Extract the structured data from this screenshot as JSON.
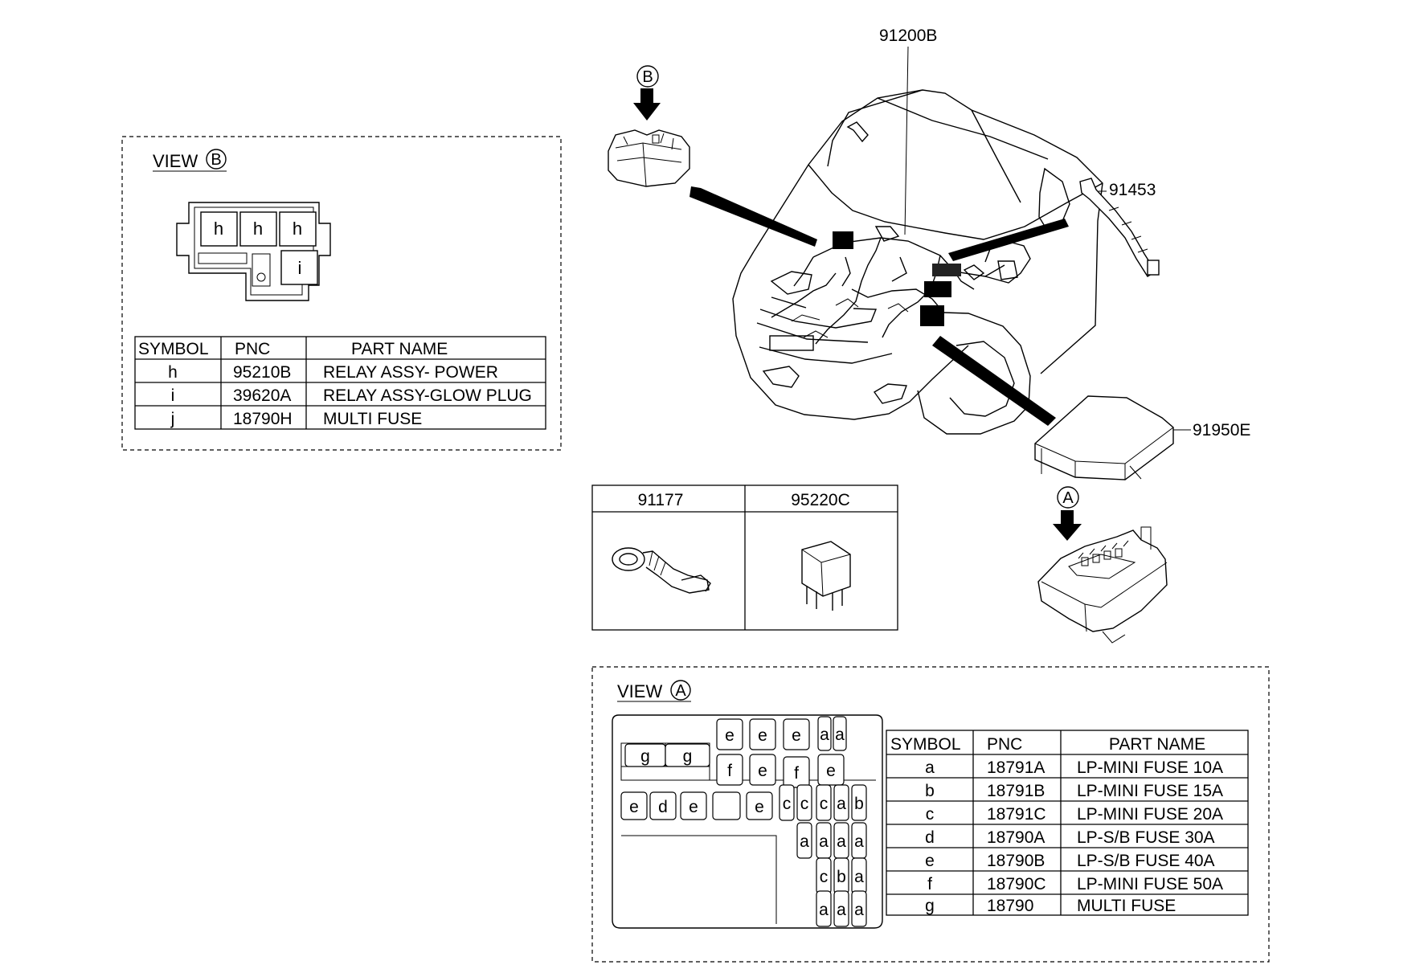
{
  "callouts": {
    "main_harness": "91200B",
    "side_harness": "91453",
    "cover": "91950E",
    "view_b_marker": "B",
    "view_a_marker": "A"
  },
  "parts_box": {
    "col1_pnc": "91177",
    "col2_pnc": "95220C"
  },
  "view_b": {
    "title": "VIEW",
    "marker": "B",
    "relay_labels": [
      "h",
      "h",
      "h",
      "i"
    ],
    "table": {
      "headers": [
        "SYMBOL",
        "PNC",
        "PART NAME"
      ],
      "rows": [
        {
          "symbol": "h",
          "pnc": "95210B",
          "name": "RELAY ASSY- POWER"
        },
        {
          "symbol": "i",
          "pnc": "39620A",
          "name": "RELAY ASSY-GLOW PLUG"
        },
        {
          "symbol": "j",
          "pnc": "18790H",
          "name": "MULTI FUSE"
        }
      ]
    }
  },
  "view_a": {
    "title": "VIEW",
    "marker": "A",
    "fuse_cells": [
      {
        "label": "e"
      },
      {
        "label": "e"
      },
      {
        "label": "e"
      },
      {
        "label": "a"
      },
      {
        "label": "a"
      },
      {
        "label": "g"
      },
      {
        "label": "g"
      },
      {
        "label": "f"
      },
      {
        "label": "e"
      },
      {
        "label": "f"
      },
      {
        "label": "e"
      },
      {
        "label": "e"
      },
      {
        "label": "d"
      },
      {
        "label": "e"
      },
      {
        "label": ""
      },
      {
        "label": "e"
      },
      {
        "label": "c"
      },
      {
        "label": "c"
      },
      {
        "label": "c"
      },
      {
        "label": "a"
      },
      {
        "label": "b"
      },
      {
        "label": "a"
      },
      {
        "label": "a"
      },
      {
        "label": "a"
      },
      {
        "label": "a"
      },
      {
        "label": "c"
      },
      {
        "label": "b"
      },
      {
        "label": "a"
      },
      {
        "label": "a"
      },
      {
        "label": "a"
      },
      {
        "label": "a"
      }
    ],
    "table": {
      "headers": [
        "SYMBOL",
        "PNC",
        "PART NAME"
      ],
      "rows": [
        {
          "symbol": "a",
          "pnc": "18791A",
          "name": "LP-MINI FUSE 10A"
        },
        {
          "symbol": "b",
          "pnc": "18791B",
          "name": "LP-MINI FUSE 15A"
        },
        {
          "symbol": "c",
          "pnc": "18791C",
          "name": "LP-MINI FUSE 20A"
        },
        {
          "symbol": "d",
          "pnc": "18790A",
          "name": "LP-S/B  FUSE 30A"
        },
        {
          "symbol": "e",
          "pnc": "18790B",
          "name": "LP-S/B  FUSE 40A"
        },
        {
          "symbol": "f",
          "pnc": "18790C",
          "name": "LP-MINI FUSE 50A"
        },
        {
          "symbol": "g",
          "pnc": "18790",
          "name": "MULTI FUSE"
        }
      ]
    }
  }
}
